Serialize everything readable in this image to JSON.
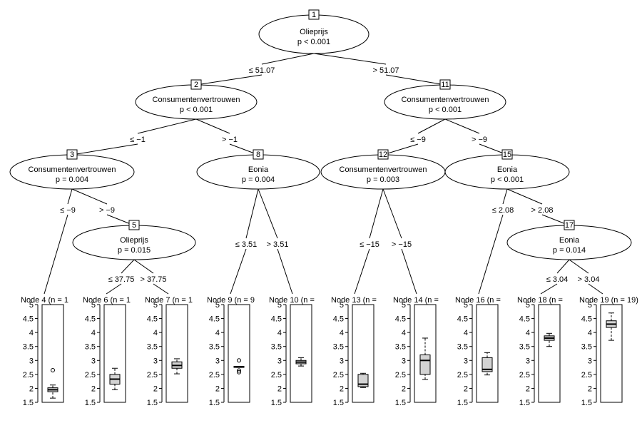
{
  "inner_nodes": [
    {
      "id": "1",
      "label": "Olieprijs",
      "pvalue": "p < 0.001"
    },
    {
      "id": "2",
      "label": "Consumentenvertrouwen",
      "pvalue": "p < 0.001"
    },
    {
      "id": "11",
      "label": "Consumentenvertrouwen",
      "pvalue": "p < 0.001"
    },
    {
      "id": "3",
      "label": "Consumentenvertrouwen",
      "pvalue": "p = 0.004"
    },
    {
      "id": "8",
      "label": "Eonia",
      "pvalue": "p = 0.004"
    },
    {
      "id": "12",
      "label": "Consumentenvertrouwen",
      "pvalue": "p = 0.003"
    },
    {
      "id": "15",
      "label": "Eonia",
      "pvalue": "p < 0.001"
    },
    {
      "id": "5",
      "label": "Olieprijs",
      "pvalue": "p = 0.015"
    },
    {
      "id": "17",
      "label": "Eonia",
      "pvalue": "p = 0.014"
    }
  ],
  "edges": [
    {
      "from": "1",
      "to": "2",
      "label": "≤ 51.07"
    },
    {
      "from": "1",
      "to": "11",
      "label": "> 51.07"
    },
    {
      "from": "2",
      "to": "3",
      "label": "≤ −1"
    },
    {
      "from": "2",
      "to": "8",
      "label": "> −1"
    },
    {
      "from": "11",
      "to": "12",
      "label": "≤ −9"
    },
    {
      "from": "11",
      "to": "15",
      "label": "> −9"
    },
    {
      "from": "3",
      "to": "4",
      "label": "≤ −9"
    },
    {
      "from": "3",
      "to": "5",
      "label": "> −9"
    },
    {
      "from": "5",
      "to": "6",
      "label": "≤ 37.75"
    },
    {
      "from": "5",
      "to": "7",
      "label": "> 37.75"
    },
    {
      "from": "8",
      "to": "9",
      "label": "≤ 3.51"
    },
    {
      "from": "8",
      "to": "10",
      "label": "> 3.51"
    },
    {
      "from": "12",
      "to": "13",
      "label": "≤ −15"
    },
    {
      "from": "12",
      "to": "14",
      "label": "> −15"
    },
    {
      "from": "15",
      "to": "16",
      "label": "≤ 2.08"
    },
    {
      "from": "15",
      "to": "17",
      "label": "> 2.08"
    },
    {
      "from": "17",
      "to": "18",
      "label": "≤ 3.04"
    },
    {
      "from": "17",
      "to": "19",
      "label": "> 3.04"
    }
  ],
  "axis": {
    "ylim": [
      1.5,
      5
    ],
    "ticks": [
      "1.5",
      "2",
      "2.5",
      "3",
      "3.5",
      "4",
      "4.5",
      "5"
    ]
  },
  "terminal_nodes": [
    {
      "id": "4",
      "title": "Node 4 (n = 1",
      "whisker_low": 1.65,
      "q1": 1.88,
      "median": 1.95,
      "q3": 2.02,
      "whisker_high": 2.12,
      "outliers": [
        2.65
      ]
    },
    {
      "id": "6",
      "title": "Node 6 (n = 1",
      "whisker_low": 1.95,
      "q1": 2.15,
      "median": 2.33,
      "q3": 2.5,
      "whisker_high": 2.72,
      "outliers": []
    },
    {
      "id": "7",
      "title": "Node 7 (n = 1",
      "whisker_low": 2.52,
      "q1": 2.72,
      "median": 2.82,
      "q3": 2.95,
      "whisker_high": 3.06,
      "outliers": []
    },
    {
      "id": "9",
      "title": "Node 9 (n = 9",
      "whisker_low": 2.75,
      "q1": 2.75,
      "median": 2.77,
      "q3": 2.79,
      "whisker_high": 2.79,
      "outliers": [
        2.58,
        2.64,
        3.0
      ]
    },
    {
      "id": "10",
      "title": "Node 10 (n =",
      "whisker_low": 2.8,
      "q1": 2.88,
      "median": 2.94,
      "q3": 3.0,
      "whisker_high": 3.1,
      "outliers": []
    },
    {
      "id": "13",
      "title": "Node 13 (n =",
      "whisker_low": 2.03,
      "q1": 2.06,
      "median": 2.15,
      "q3": 2.5,
      "whisker_high": 2.54,
      "outliers": []
    },
    {
      "id": "14",
      "title": "Node 14 (n =",
      "whisker_low": 2.32,
      "q1": 2.5,
      "median": 3.0,
      "q3": 3.2,
      "whisker_high": 3.8,
      "outliers": []
    },
    {
      "id": "16",
      "title": "Node 16 (n =",
      "whisker_low": 2.48,
      "q1": 2.6,
      "median": 2.68,
      "q3": 3.1,
      "whisker_high": 3.28,
      "outliers": []
    },
    {
      "id": "18",
      "title": "Node 18 (n =",
      "whisker_low": 3.5,
      "q1": 3.72,
      "median": 3.8,
      "q3": 3.88,
      "whisker_high": 3.97,
      "outliers": []
    },
    {
      "id": "19",
      "title": "Node 19 (n = 19)",
      "whisker_low": 3.72,
      "q1": 4.18,
      "median": 4.3,
      "q3": 4.42,
      "whisker_high": 4.7,
      "outliers": []
    }
  ]
}
